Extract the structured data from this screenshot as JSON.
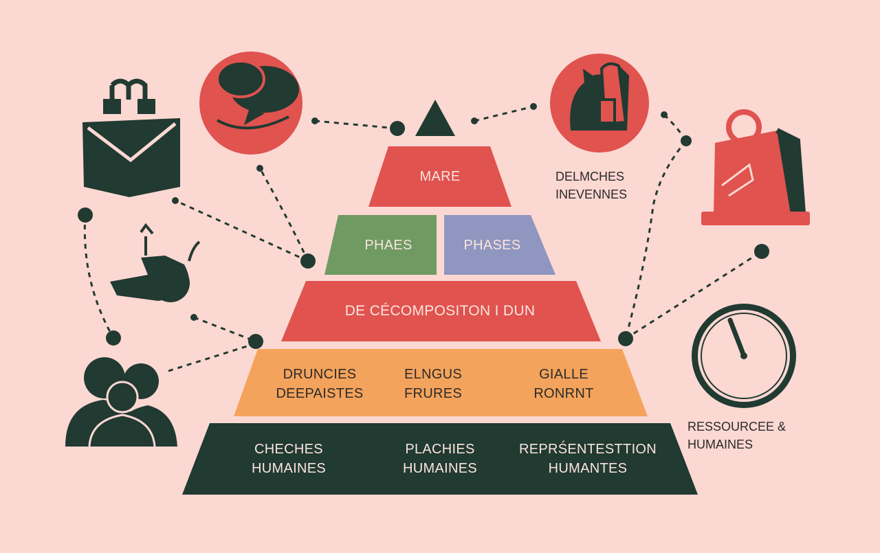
{
  "colors": {
    "background": "#fcd8d2",
    "red": "#e0534f",
    "green": "#6f9a62",
    "lavender": "#8f96bf",
    "orange": "#f4a35c",
    "dark": "#213a32"
  },
  "pyramid": {
    "tier1": {
      "label": "MARE"
    },
    "tier2": {
      "left": "PHAES",
      "right": "PHASES"
    },
    "tier3": {
      "label": "DE CÉCOMPOSITON I DUN"
    },
    "tier4": [
      {
        "line1": "DRUNCIES",
        "line2": "DEEPAISTES"
      },
      {
        "line1": "ELNGUS",
        "line2": "FRURES"
      },
      {
        "line1": "GIALLE",
        "line2": "RONRNT"
      }
    ],
    "tier5": [
      {
        "line1": "CHECHES",
        "line2": "HUMAINES"
      },
      {
        "line1": "PLACHIES",
        "line2": "HUMAINES"
      },
      {
        "line1": "REPRŚENTESTTION",
        "line2": "HUMANTES"
      }
    ]
  },
  "side_labels": {
    "top_right": {
      "line1": "DELMCHES",
      "line2": "INEVENNES"
    },
    "bottom_right": {
      "line1": "RESSOURCEE &",
      "line2": "HUMAINES"
    }
  },
  "icons": [
    "ribbon-banner-icon",
    "speech-bubble-icon",
    "team-profile-icon",
    "shopping-bag-icon",
    "hand-pointing-icon",
    "people-group-icon",
    "clock-icon"
  ]
}
